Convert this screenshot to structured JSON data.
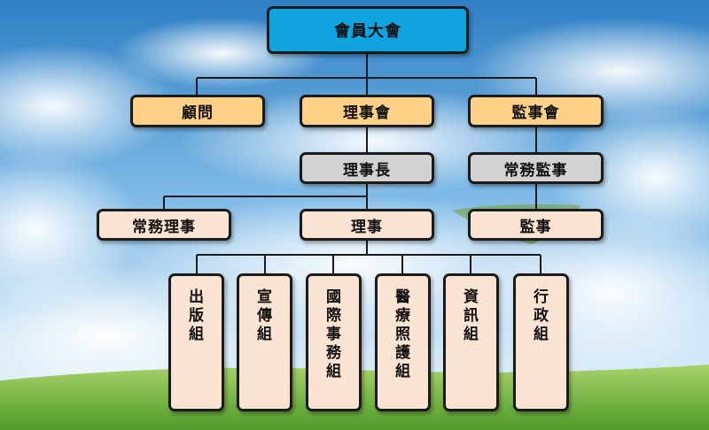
{
  "colors": {
    "top": "#0fa3df",
    "orange": "#fdd088",
    "gray": "#d2d2d2",
    "peach": "#fbe3d4",
    "line": "#1b1b1b"
  },
  "nodes": {
    "general_assembly": "會員大會",
    "advisor": "顧問",
    "board": "理事會",
    "supervisory_board": "監事會",
    "chairman": "理事長",
    "managing_supervisor": "常務監事",
    "managing_director": "常務理事",
    "director": "理事",
    "supervisor": "監事"
  },
  "groups": [
    "出版組",
    "宣傳組",
    "國際事務組",
    "醫療照護組",
    "資訊組",
    "行政組"
  ]
}
